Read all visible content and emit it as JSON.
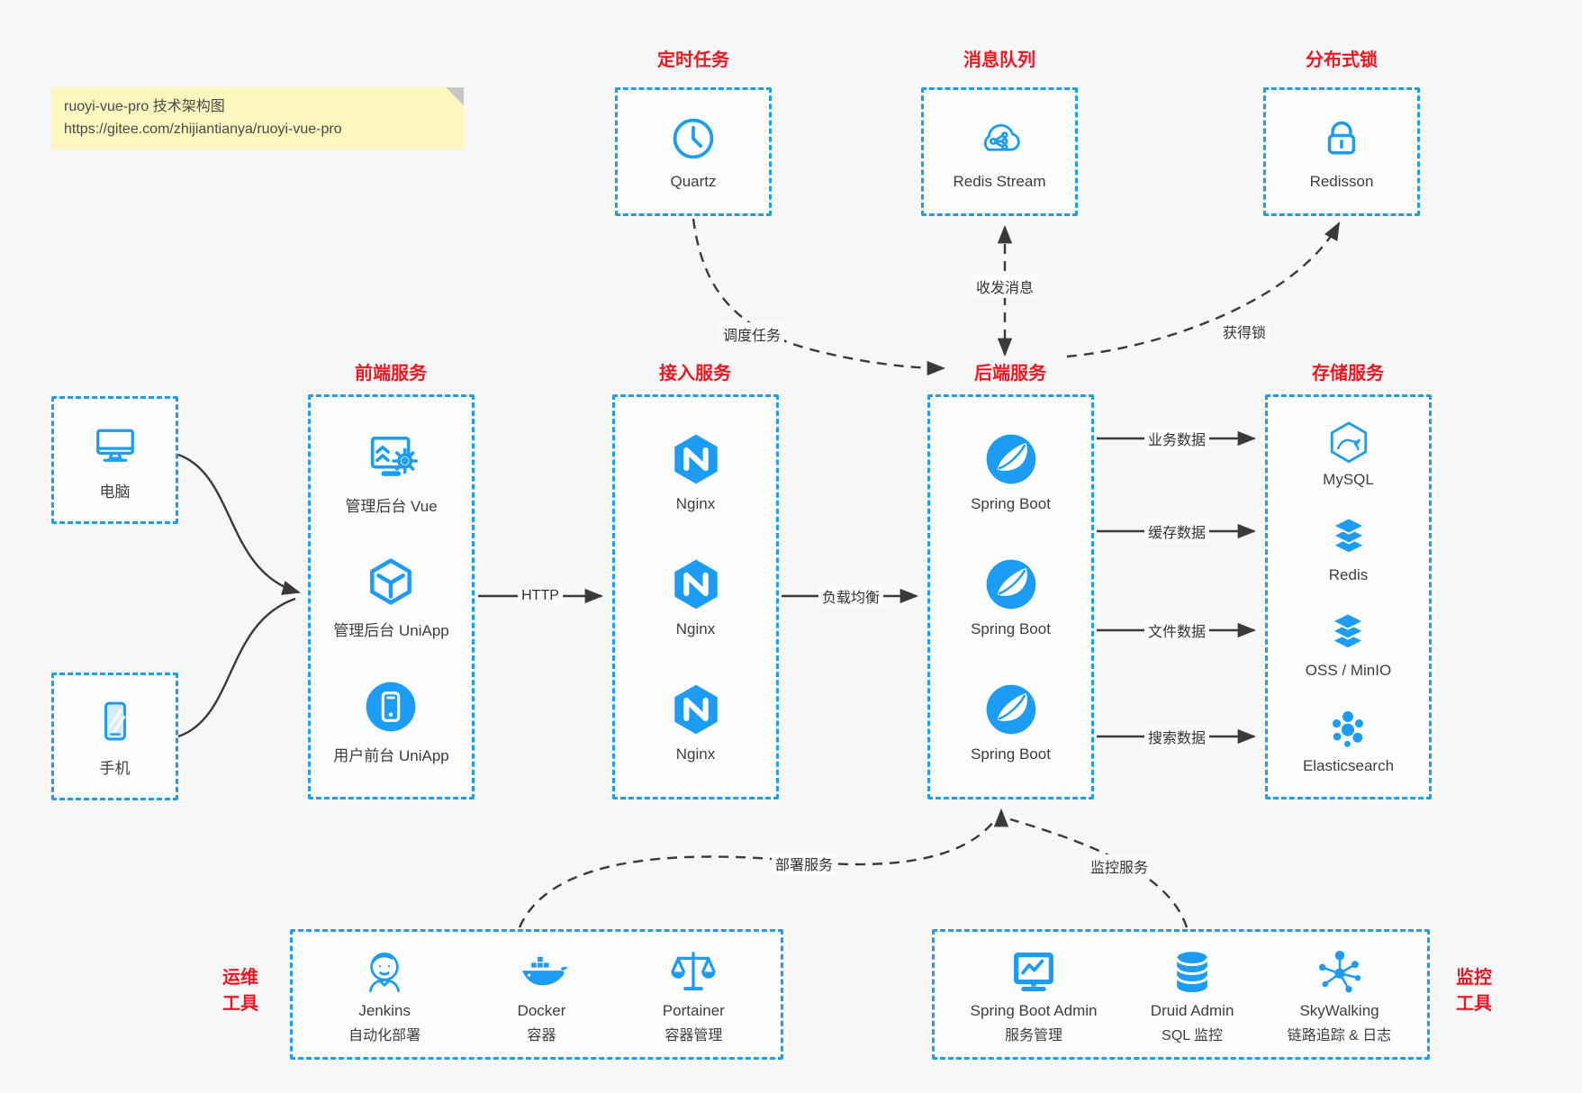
{
  "diagram_title_note": {
    "title": "ruoyi-vue-pro 技术架构图",
    "url": "https://gitee.com/zhijiantianya/ruoyi-vue-pro"
  },
  "top_groups": [
    {
      "title": "定时任务",
      "label": "Quartz",
      "icon": "clock-icon"
    },
    {
      "title": "消息队列",
      "label": "Redis Stream",
      "icon": "cloud-queue-icon"
    },
    {
      "title": "分布式锁",
      "label": "Redisson",
      "icon": "lock-icon"
    }
  ],
  "clients": [
    {
      "label": "电脑",
      "icon": "desktop-icon"
    },
    {
      "label": "手机",
      "icon": "smartphone-icon"
    }
  ],
  "frontend": {
    "title": "前端服务",
    "items": [
      {
        "label": "管理后台 Vue",
        "icon": "admin-screen-gear-icon"
      },
      {
        "label": "管理后台 UniApp",
        "icon": "cube-icon"
      },
      {
        "label": "用户前台 UniApp",
        "icon": "mobile-app-circle-icon"
      }
    ]
  },
  "gateway": {
    "title": "接入服务",
    "items": [
      {
        "label": "Nginx",
        "icon": "nginx-icon"
      },
      {
        "label": "Nginx",
        "icon": "nginx-icon"
      },
      {
        "label": "Nginx",
        "icon": "nginx-icon"
      }
    ]
  },
  "backend": {
    "title": "后端服务",
    "items": [
      {
        "label": "Spring Boot",
        "icon": "spring-leaf-icon"
      },
      {
        "label": "Spring Boot",
        "icon": "spring-leaf-icon"
      },
      {
        "label": "Spring Boot",
        "icon": "spring-leaf-icon"
      }
    ]
  },
  "storage": {
    "title": "存储服务",
    "items": [
      {
        "label": "MySQL",
        "icon": "mysql-dolphin-icon"
      },
      {
        "label": "Redis",
        "icon": "stacked-layers-icon"
      },
      {
        "label": "OSS / MinIO",
        "icon": "stacked-layers-icon"
      },
      {
        "label": "Elasticsearch",
        "icon": "elasticsearch-cluster-icon"
      }
    ]
  },
  "ops_tools": {
    "title_line1": "运维",
    "title_line2": "工具",
    "items": [
      {
        "name": "Jenkins",
        "desc": "自动化部署",
        "icon": "jenkins-butler-icon"
      },
      {
        "name": "Docker",
        "desc": "容器",
        "icon": "docker-whale-icon"
      },
      {
        "name": "Portainer",
        "desc": "容器管理",
        "icon": "balance-scale-icon"
      }
    ]
  },
  "monitor_tools": {
    "title_line1": "监控",
    "title_line2": "工具",
    "items": [
      {
        "name": "Spring Boot Admin",
        "desc": "服务管理",
        "icon": "monitor-chart-icon"
      },
      {
        "name": "Druid Admin",
        "desc": "SQL 监控",
        "icon": "database-cylinder-icon"
      },
      {
        "name": "SkyWalking",
        "desc": "链路追踪 & 日志",
        "icon": "topology-nodes-icon"
      }
    ]
  },
  "edge_labels": {
    "http": "HTTP",
    "load_balance": "负载均衡",
    "schedule_job": "调度任务",
    "send_receive_message": "收发消息",
    "acquire_lock": "获得锁",
    "business_data": "业务数据",
    "cache_data": "缓存数据",
    "file_data": "文件数据",
    "search_data": "搜索数据",
    "deploy_service": "部署服务",
    "monitor_service": "监控服务"
  },
  "colors": {
    "accent_blue": "#1c9cf4",
    "title_red": "#ee1620",
    "arrow_dark": "#3a3a3a",
    "note_bg": "#fcf6bf"
  }
}
